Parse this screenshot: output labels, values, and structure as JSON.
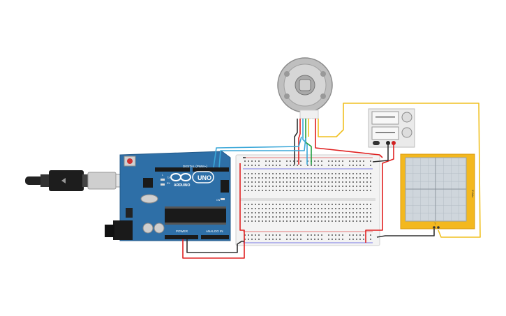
{
  "arduino": {
    "brand": "ARDUINO",
    "model": "UNO",
    "digital_label": "DIGITAL (PWM~)",
    "power_label": "POWER",
    "analog_label": "ANALOG IN",
    "tx_label": "TX",
    "rx_label": "RX",
    "on_label": "ON",
    "l_label": "L"
  },
  "oscilloscope": {
    "side_label": "5V/div",
    "bottom_label": "T"
  },
  "colors": {
    "board": "#2e6fa7",
    "wire_red": "#e02020",
    "wire_black": "#303030",
    "wire_yellow": "#f0c020",
    "wire_blue": "#3aa7d8",
    "scope_frame": "#f3b81f",
    "scope_screen": "#cfd6dc"
  },
  "icons": [
    "usb-cable-icon",
    "dc-motor-icon",
    "power-supply-icon",
    "oscilloscope-icon",
    "breadboard-icon",
    "arduino-board-icon"
  ]
}
